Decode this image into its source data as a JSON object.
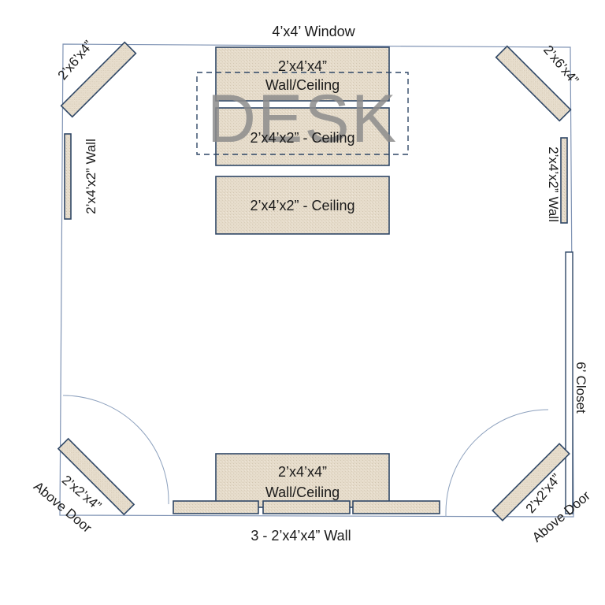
{
  "labels": {
    "window": "4’x4’ Window",
    "desk": "DESK",
    "top_panel_1_line1": "2’x4’x4”",
    "top_panel_1_line2": "Wall/Ceiling",
    "top_panel_2": "2’x4’x2” - Ceiling",
    "top_panel_3": "2’x4’x2” - Ceiling",
    "bottom_panel_line1": "2’x4’x4”",
    "bottom_panel_line2": "Wall/Ceiling",
    "bottom_wall": "3 - 2’x4’x4” Wall",
    "corner_top_left": "2’x6’x4”",
    "corner_top_right": "2’x6’x4”",
    "left_wall": "2’x4’x2” Wall",
    "right_wall": "2’x4’x2” Wall",
    "closet": "6’ Closet",
    "bottom_left_size": "2’x2’x4”",
    "bottom_left_note": "Above Door",
    "bottom_right_size": "2’x2’x4”",
    "bottom_right_note": "Above Door"
  },
  "colors": {
    "panel_fill": "#e6dccb",
    "panel_stroke": "#2f4766",
    "room_outline": "#7f93b4",
    "desk_text": "#8c8c8c"
  }
}
